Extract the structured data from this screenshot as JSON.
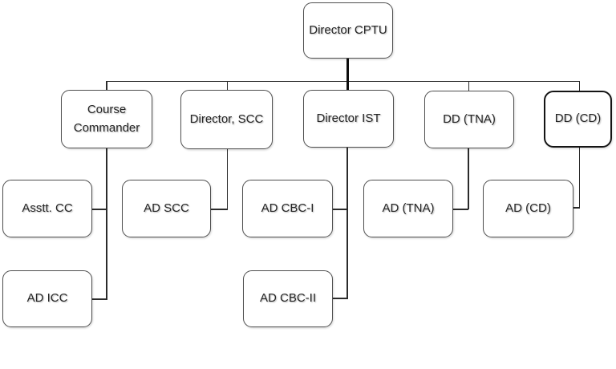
{
  "org_chart": {
    "type": "org-chart",
    "title": "",
    "root": "Director CPTU",
    "nodes": [
      {
        "id": "director-cptu",
        "label": "Director CPTU",
        "level": 1,
        "parent": null,
        "emphasized": false
      },
      {
        "id": "course-commander",
        "label": "Course Commander",
        "level": 2,
        "parent": "Director CPTU",
        "emphasized": false
      },
      {
        "id": "director-scc",
        "label": "Director, SCC",
        "level": 2,
        "parent": "Director CPTU",
        "emphasized": false
      },
      {
        "id": "director-ist",
        "label": "Director IST",
        "level": 2,
        "parent": "Director CPTU",
        "emphasized": false
      },
      {
        "id": "dd-tna",
        "label": "DD (TNA)",
        "level": 2,
        "parent": "Director CPTU",
        "emphasized": false
      },
      {
        "id": "dd-cd",
        "label": "DD (CD)",
        "level": 2,
        "parent": "Director CPTU",
        "emphasized": true
      },
      {
        "id": "asstt-cc",
        "label": "Asstt. CC",
        "level": 3,
        "parent": "Course Commander",
        "emphasized": false
      },
      {
        "id": "ad-scc",
        "label": "AD SCC",
        "level": 3,
        "parent": "Director, SCC",
        "emphasized": false
      },
      {
        "id": "ad-cbc-i",
        "label": "AD CBC-I",
        "level": 3,
        "parent": "Director IST",
        "emphasized": false
      },
      {
        "id": "ad-tna",
        "label": "AD (TNA)",
        "level": 3,
        "parent": "DD (TNA)",
        "emphasized": false
      },
      {
        "id": "ad-cd",
        "label": "AD (CD)",
        "level": 3,
        "parent": "DD (CD)",
        "emphasized": false
      },
      {
        "id": "ad-icc",
        "label": "AD ICC",
        "level": 4,
        "parent": "Course Commander",
        "emphasized": false
      },
      {
        "id": "ad-cbc-ii",
        "label": "AD CBC-II",
        "level": 4,
        "parent": "Director IST",
        "emphasized": false
      }
    ],
    "colors": {
      "background": "#ffffff",
      "box_fill": "#ffffff",
      "box_border": "#4f4f4f",
      "emphasis_border": "#141414",
      "connector": "#2b2b2b",
      "text": "#262626"
    }
  }
}
